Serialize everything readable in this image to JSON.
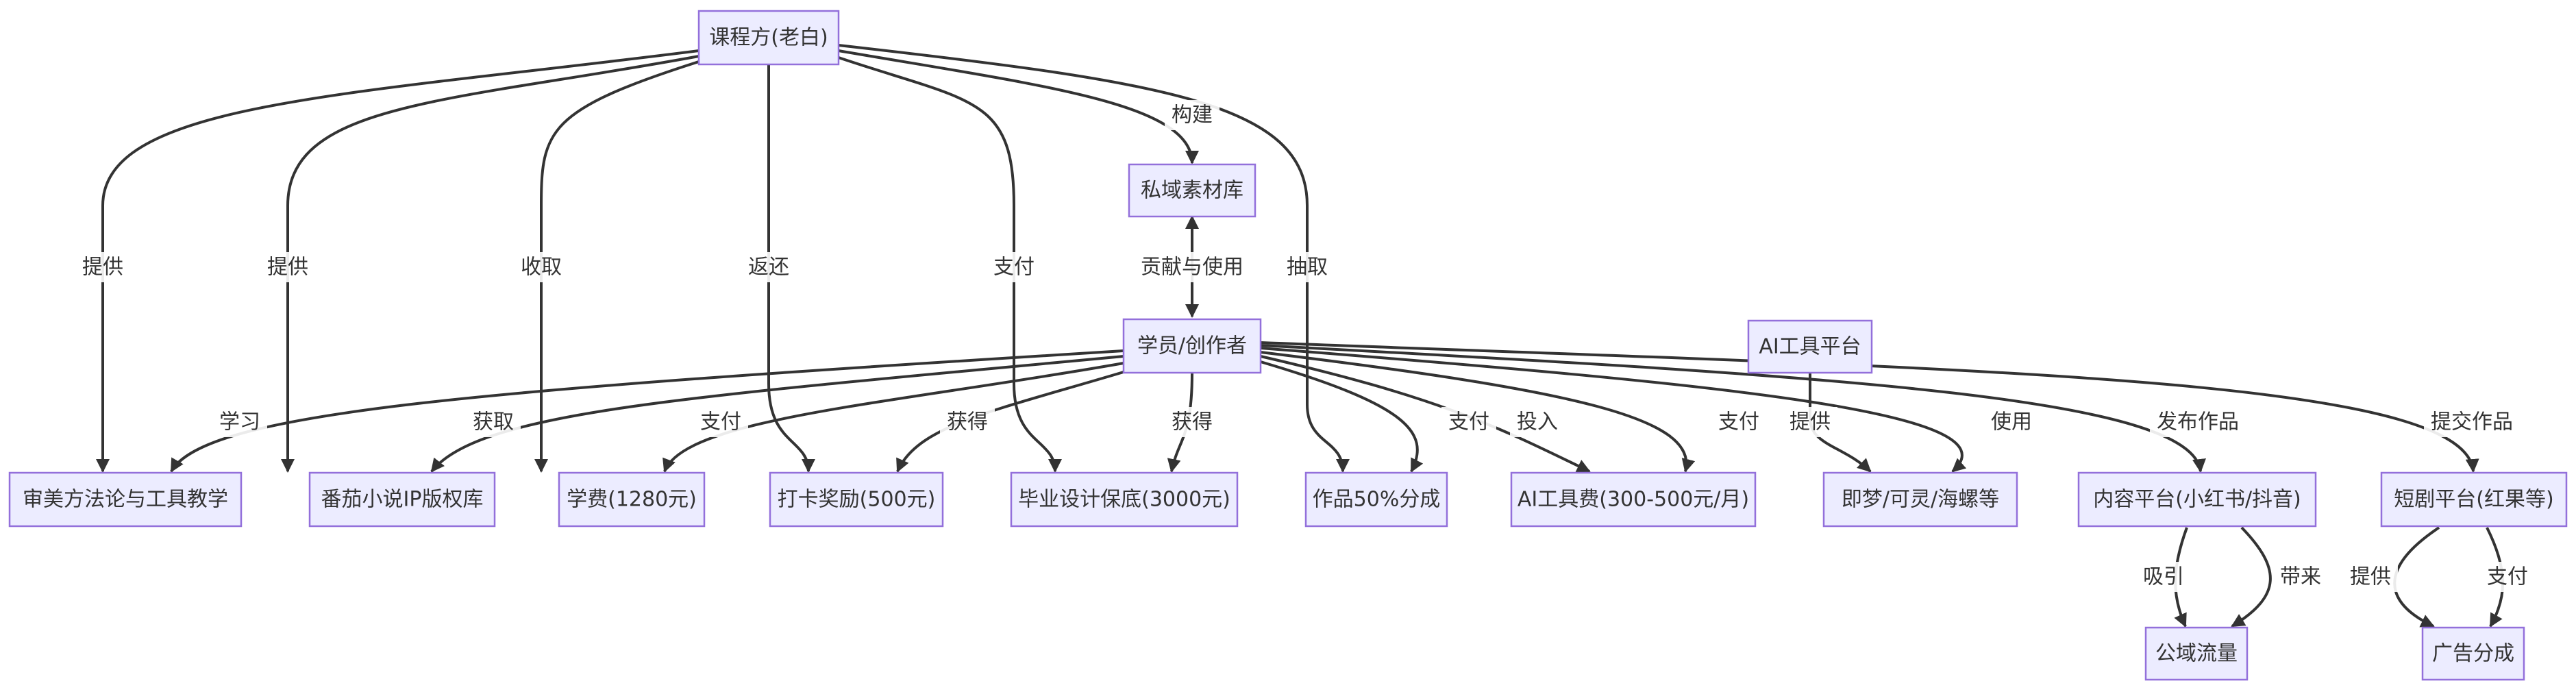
{
  "colors": {
    "node_fill": "#ececff",
    "node_stroke": "#9370db",
    "edge": "#333333",
    "text": "#333333"
  },
  "nodes": {
    "teacher": "课程方(老白)",
    "library": "私域素材库",
    "student": "学员/创作者",
    "ai_platform": "AI工具平台",
    "method": "审美方法论与工具教学",
    "ip_library": "番茄小说IP版权库",
    "tuition": "学费(1280元)",
    "checkin_reward": "打卡奖励(500元)",
    "grad_guarantee": "毕业设计保底(3000元)",
    "share_50": "作品50%分成",
    "ai_fee": "AI工具费(300-500元/月)",
    "ai_tools": "即梦/可灵/海螺等",
    "content_platform": "内容平台(小红书/抖音)",
    "drama_platform": "短剧平台(红果等)",
    "public_traffic": "公域流量",
    "ad_share": "广告分成"
  },
  "edge_labels": {
    "teacher_method": "提供",
    "teacher_ip": "提供",
    "teacher_tuition": "收取",
    "teacher_checkin": "返还",
    "teacher_grad": "支付",
    "teacher_library": "构建",
    "teacher_share": "抽取",
    "library_student": "贡献与使用",
    "student_method": "学习",
    "student_ip": "获取",
    "student_tuition": "支付",
    "student_checkin": "获得",
    "student_grad": "获得",
    "student_share": "支付",
    "student_aifee": "投入",
    "aifee_tools": "支付",
    "ai_platform_tools": "提供",
    "student_tools": "使用",
    "student_content": "发布作品",
    "student_drama": "提交作品",
    "content_traffic_attract": "吸引",
    "content_traffic_bring": "带来",
    "drama_ad_provide": "提供",
    "drama_ad_pay": "支付"
  }
}
